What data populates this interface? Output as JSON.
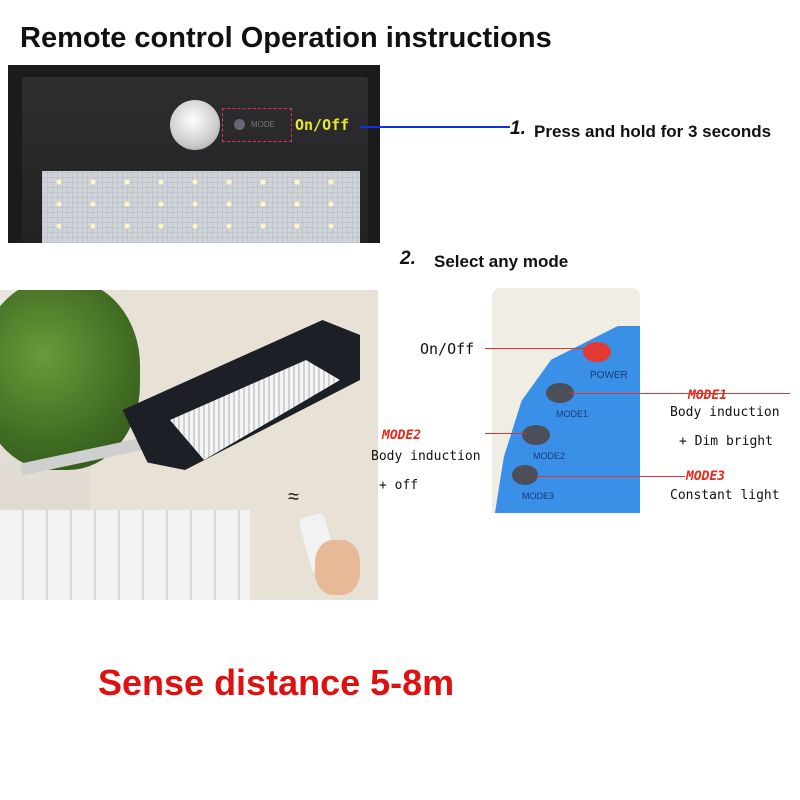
{
  "title": "Remote control Operation instructions",
  "step1": {
    "number": "1.",
    "text": "Press and hold for 3 seconds",
    "button_callout": "On/Off",
    "panel_button_label": "MODE"
  },
  "step2": {
    "number": "2.",
    "text": "Select any mode"
  },
  "remote": {
    "buttons": [
      {
        "label": "POWER",
        "callout": "On/Off",
        "color": "#e23a32"
      },
      {
        "label": "MODE1",
        "callout_title": "MODE1",
        "callout_lines": [
          "Body induction",
          "+ Dim bright"
        ],
        "color": "#4a4f5a"
      },
      {
        "label": "MODE2",
        "callout_title": "MODE2",
        "callout_lines": [
          "Body induction",
          "+ off"
        ],
        "color": "#4a4f5a"
      },
      {
        "label": "MODE3",
        "callout_title": "MODE3",
        "callout_lines": [
          "Constant light"
        ],
        "color": "#4a4f5a"
      }
    ],
    "body_color": "#f0ede4",
    "panel_color": "#3a8fe6"
  },
  "footer": {
    "text": "Sense distance 5-8m",
    "color": "#e01010"
  },
  "colors": {
    "callout_yellow": "#e6e62a",
    "leader_blue": "#1030e0",
    "dashed_box": "#e0306a"
  }
}
